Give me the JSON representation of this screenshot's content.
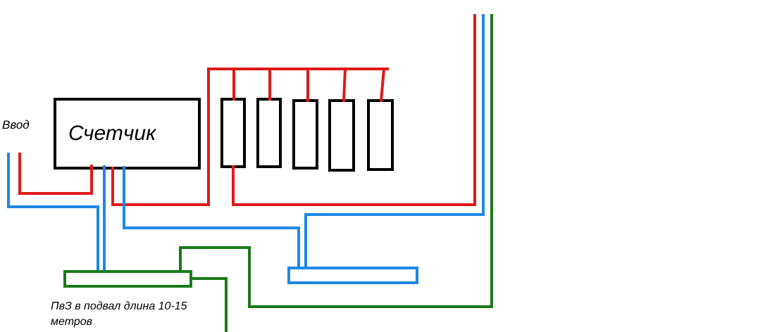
{
  "labels": {
    "input": "Ввод",
    "meter": "Счетчик",
    "note_line1": "ПвЗ в подвал длина 10-15",
    "note_line2": "метров"
  },
  "colors": {
    "phase": "#e01a1a",
    "neutral": "#1e88e5",
    "ground": "#1a7a1a",
    "outline": "#000000"
  },
  "breakers": {
    "count": 5
  }
}
